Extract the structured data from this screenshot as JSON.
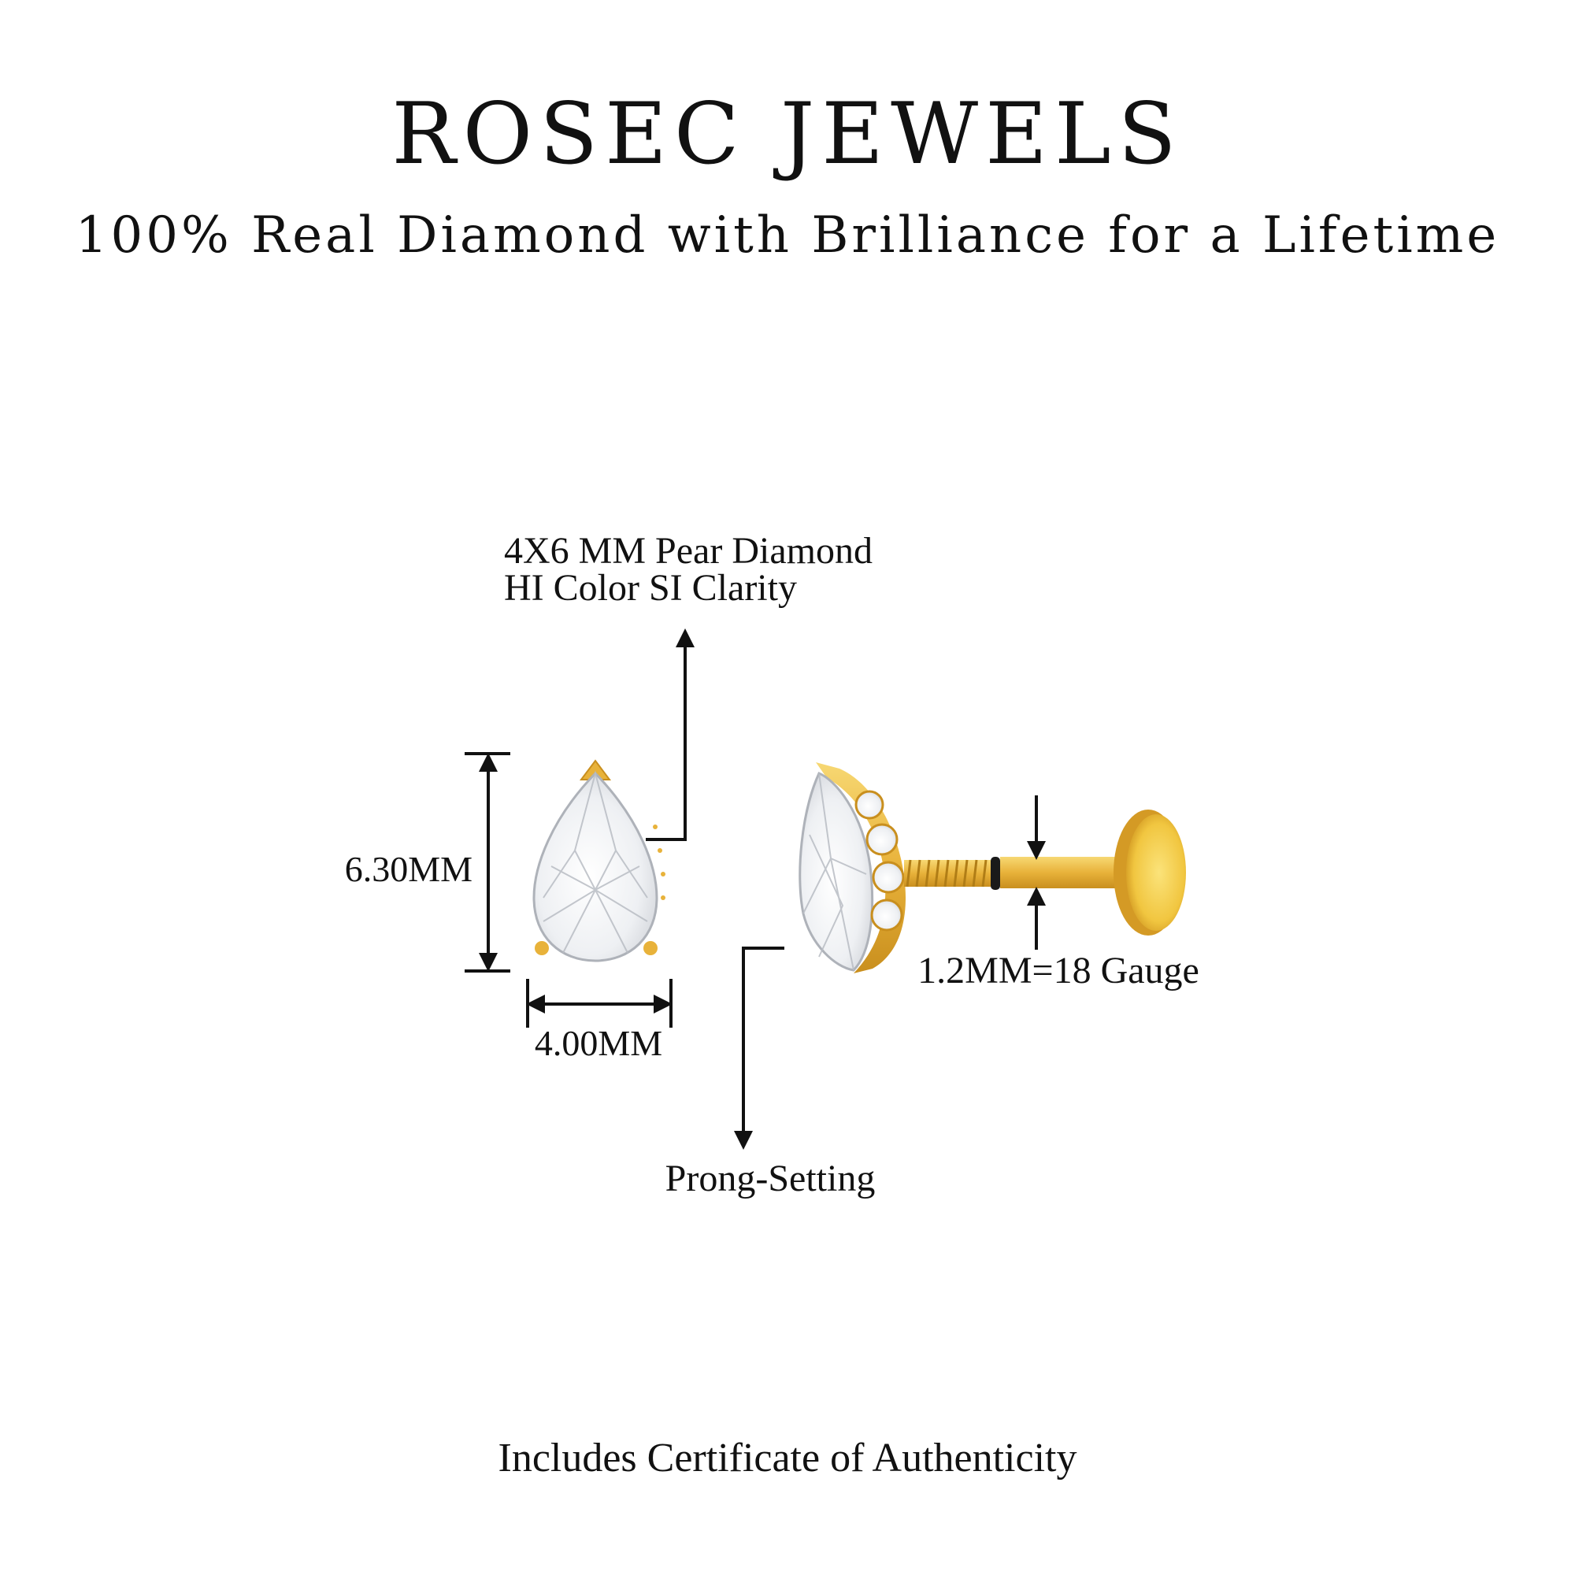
{
  "brand": {
    "name": "ROSEC JEWELS"
  },
  "tagline": "100% Real Diamond with Brilliance for a Lifetime",
  "specs": {
    "stone_line1": "4X6 MM Pear Diamond",
    "stone_line2": "HI Color SI Clarity",
    "height": "6.30MM",
    "width": "4.00MM",
    "setting": "Prong-Setting",
    "gauge": "1.2MM=18 Gauge"
  },
  "footer": "Includes Certificate of Authenticity",
  "colors": {
    "gold": "#e8b23a",
    "gold_light": "#f7d873",
    "gold_dark": "#c98f1e",
    "ink": "#111111"
  }
}
